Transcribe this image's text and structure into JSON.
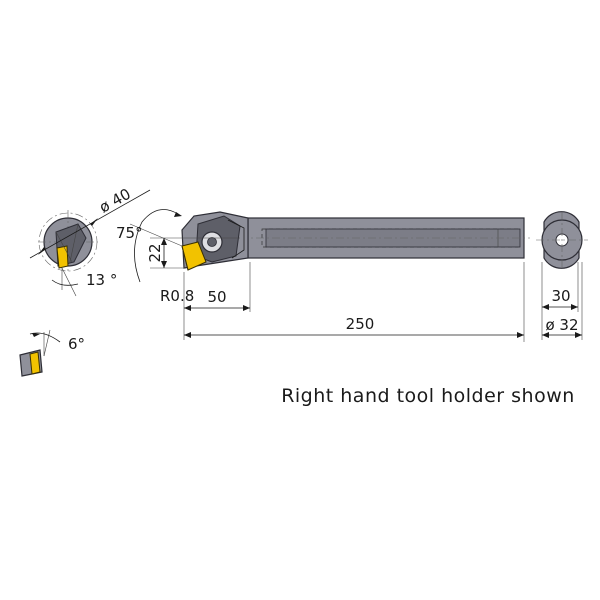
{
  "caption": "Right hand tool holder shown",
  "dimensions": {
    "bore_dia": "ø 40",
    "approach_angle": "75°",
    "offset": "22",
    "clearance_angle": "13 °",
    "corner_radius": "R0.8",
    "head_length": "50",
    "overall_length": "250",
    "flat_width": "30",
    "shank_dia": "ø 32",
    "inclination_angle": "6°"
  },
  "colors": {
    "body": "#8f909a",
    "insert": "#f2c200"
  }
}
